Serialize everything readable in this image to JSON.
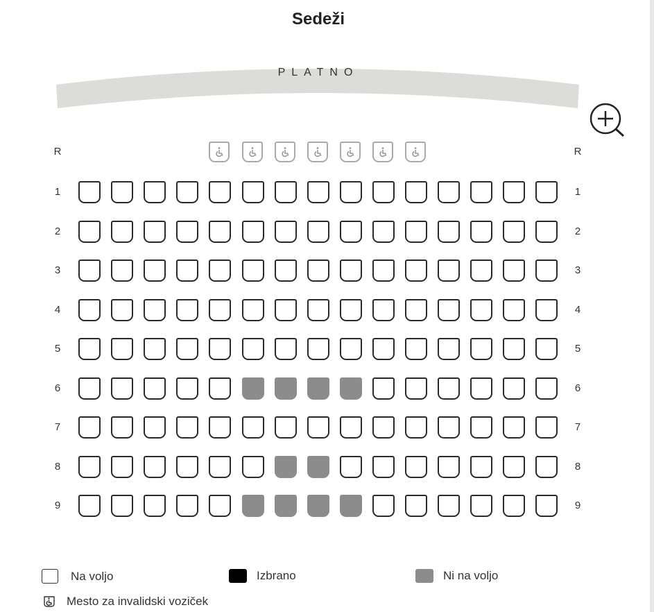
{
  "title": "Sedeži",
  "screen_label": "PLATNO",
  "row_header": "R",
  "wheelchair_columns": [
    4,
    5,
    6,
    7,
    8,
    9,
    10
  ],
  "rows": [
    {
      "label": "1",
      "seats": "aaaaaaaaaaaaaaa"
    },
    {
      "label": "2",
      "seats": "aaaaaaaaaaaaaaa"
    },
    {
      "label": "3",
      "seats": "aaaaaaaaaaaaaaa"
    },
    {
      "label": "4",
      "seats": "aaaaaaaaaaaaaaa"
    },
    {
      "label": "5",
      "seats": "aaaaaaaaaaaaaaa"
    },
    {
      "label": "6",
      "seats": "aaaaauuuuaaaaaa"
    },
    {
      "label": "7",
      "seats": "aaaaaaaaaaaaaaa"
    },
    {
      "label": "8",
      "seats": "aaaaaauuaaaaaaa"
    },
    {
      "label": "9",
      "seats": "aaaaauuuuaaaaaa"
    }
  ],
  "legend": {
    "available": "Na voljo",
    "selected": "Izbrano",
    "unavailable": "Ni na voljo",
    "wheelchair": "Mesto za invalidski voziček"
  },
  "colors": {
    "unavailable": "#8c8c8c",
    "selected": "#000000",
    "screen": "#dcdcd8"
  }
}
